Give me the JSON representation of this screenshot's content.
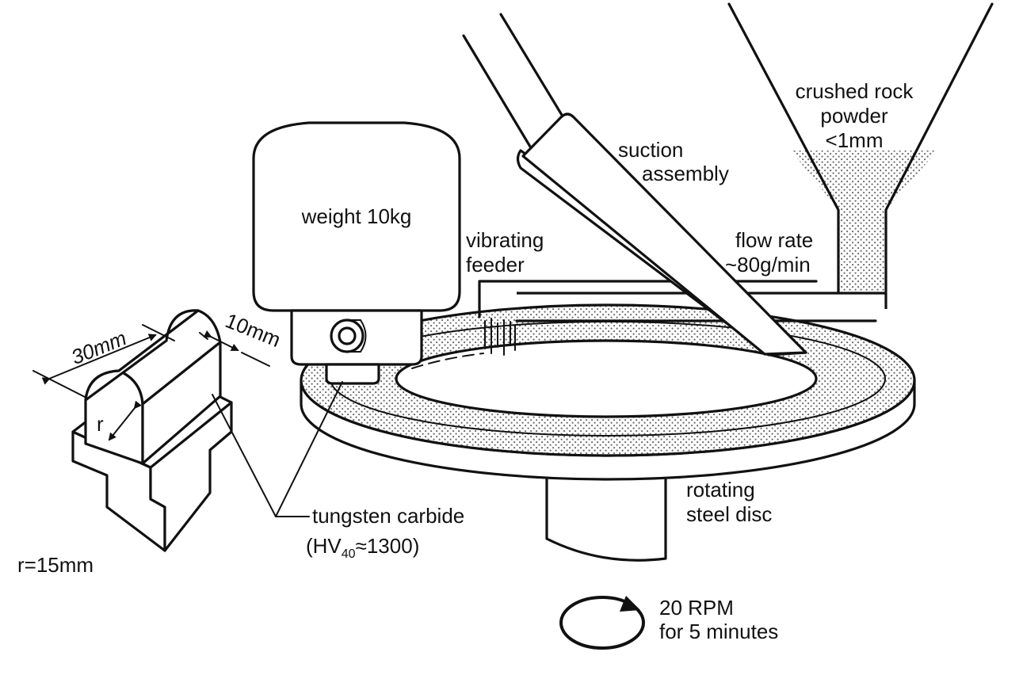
{
  "labels": {
    "hopper_line1": "crushed rock",
    "hopper_line2": "powder",
    "hopper_line3": "<1mm",
    "suction_line1": "suction",
    "suction_line2": "assembly",
    "weight": "weight 10kg",
    "feeder_line1": "vibrating",
    "feeder_line2": "feeder",
    "flow_line1": "flow rate",
    "flow_line2": "~80g/min",
    "length_dim": "30mm",
    "width_dim": "10mm",
    "radius_symbol": "r",
    "radius_value": "r=15mm",
    "carbide_line1": "tungsten carbide",
    "carbide_open": "(HV",
    "carbide_sub": "40",
    "carbide_close": "≈1300)",
    "disc_line1": "rotating",
    "disc_line2": "steel disc",
    "speed_line1": "20 RPM",
    "speed_line2": "for 5 minutes"
  }
}
